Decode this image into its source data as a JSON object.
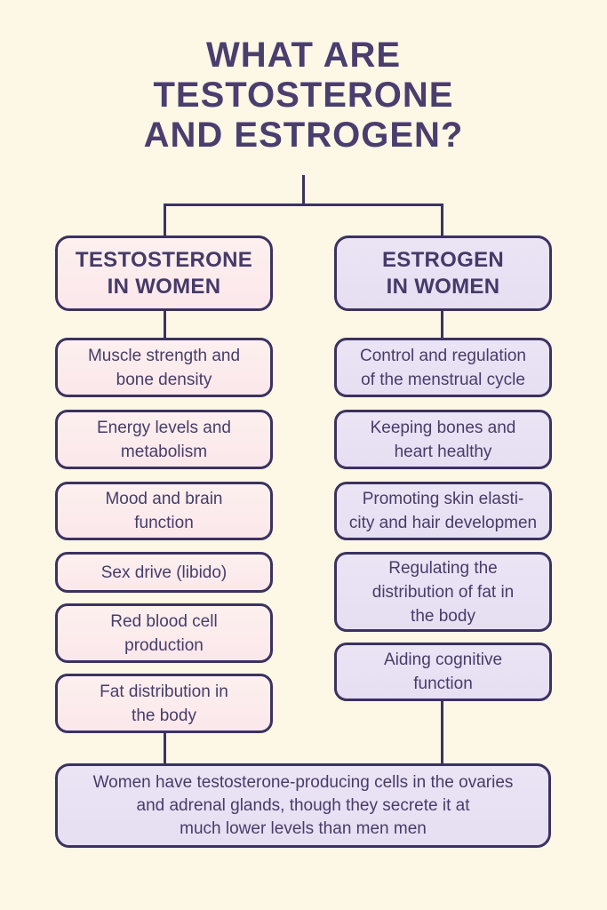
{
  "palette": {
    "background": "#fdf7e6",
    "ink": "#463b6b",
    "border": "#3c3260",
    "pink_fill": "#fbe9ec",
    "purple_fill": "#e8e2f3"
  },
  "title": "WHAT ARE\nTESTOSTERONE\nAND ESTROGEN?",
  "columns": [
    {
      "id": "testosterone",
      "header": "TESTOSTERONE\nIN WOMEN",
      "items": [
        "Muscle strength and\nbone density",
        "Energy levels and\nmetabolism",
        "Mood and brain\nfunction",
        "Sex drive (libido)",
        "Red blood cell\nproduction",
        "Fat distribution in\nthe body"
      ]
    },
    {
      "id": "estrogen",
      "header": "ESTROGEN\nIN WOMEN",
      "items": [
        "Control and regulation\nof the menstrual cycle",
        "Keeping bones and\nheart healthy",
        "Promoting skin elasti-\ncity and hair developmen",
        "Regulating the\ndistribution of fat in\nthe body",
        "Aiding cognitive\nfunction"
      ]
    }
  ],
  "footer": "Women have testosterone-producing cells in the ovaries\nand adrenal glands, though they secrete it at\nmuch lower levels than men men"
}
